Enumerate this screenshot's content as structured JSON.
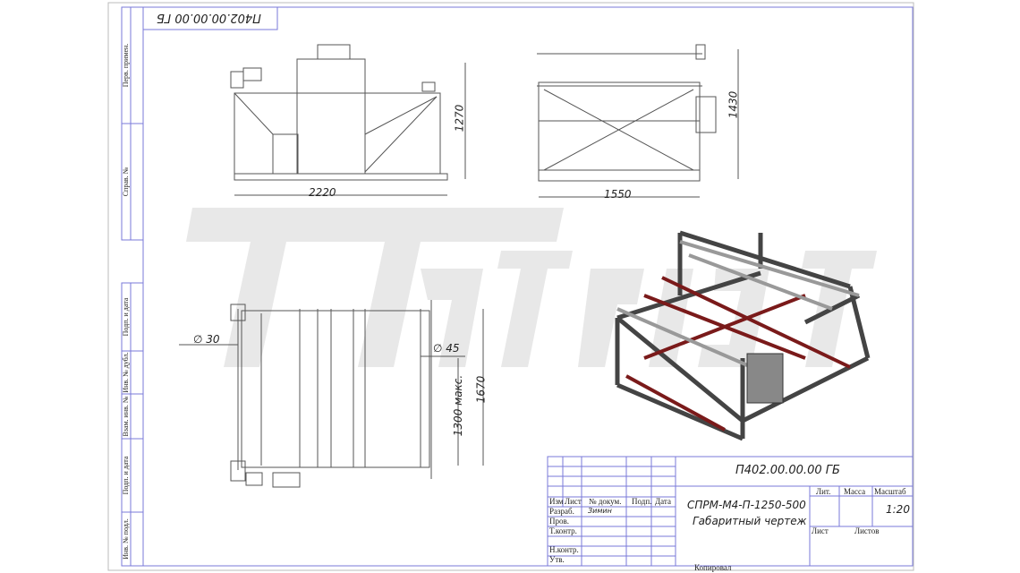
{
  "drawing": {
    "code": "П402.00.00.00 ГБ",
    "code_mirrored": "П402.00.00.00 ГБ",
    "title_line1": "СПРМ-М4-П-1250-500",
    "title_line2": "Габаритный чертеж",
    "scale": "1:20",
    "watermark": "Патриот"
  },
  "title_block": {
    "headers": [
      "Изм",
      "Лист",
      "№ докум.",
      "Подп.",
      "Дата"
    ],
    "rows": [
      "Разраб.",
      "Пров.",
      "Т.контр.",
      "",
      "Н.контр.",
      "Утв."
    ],
    "developer": "Зимин",
    "lit_label": "Лит.",
    "mass_label": "Масса",
    "scale_label": "Масштаб",
    "sheet_label": "Лист",
    "sheets_label": "Листов",
    "copied": "Копировал"
  },
  "side_strip": {
    "top": [
      "Перв. примен.",
      "Справ. №"
    ],
    "bottom": [
      "Подп. и дата",
      "Инв. № дубл.",
      "Взам. инв. №",
      "Подп. и дата",
      "Инв. № подл."
    ]
  },
  "dimensions": {
    "front_width": "2220",
    "front_height": "1270",
    "side_width": "1550",
    "side_height": "1430",
    "shaft_diameter_left": "∅ 30",
    "shaft_diameter_right": "∅ 45",
    "max_length": "1300 макс.",
    "top_height": "1670"
  }
}
